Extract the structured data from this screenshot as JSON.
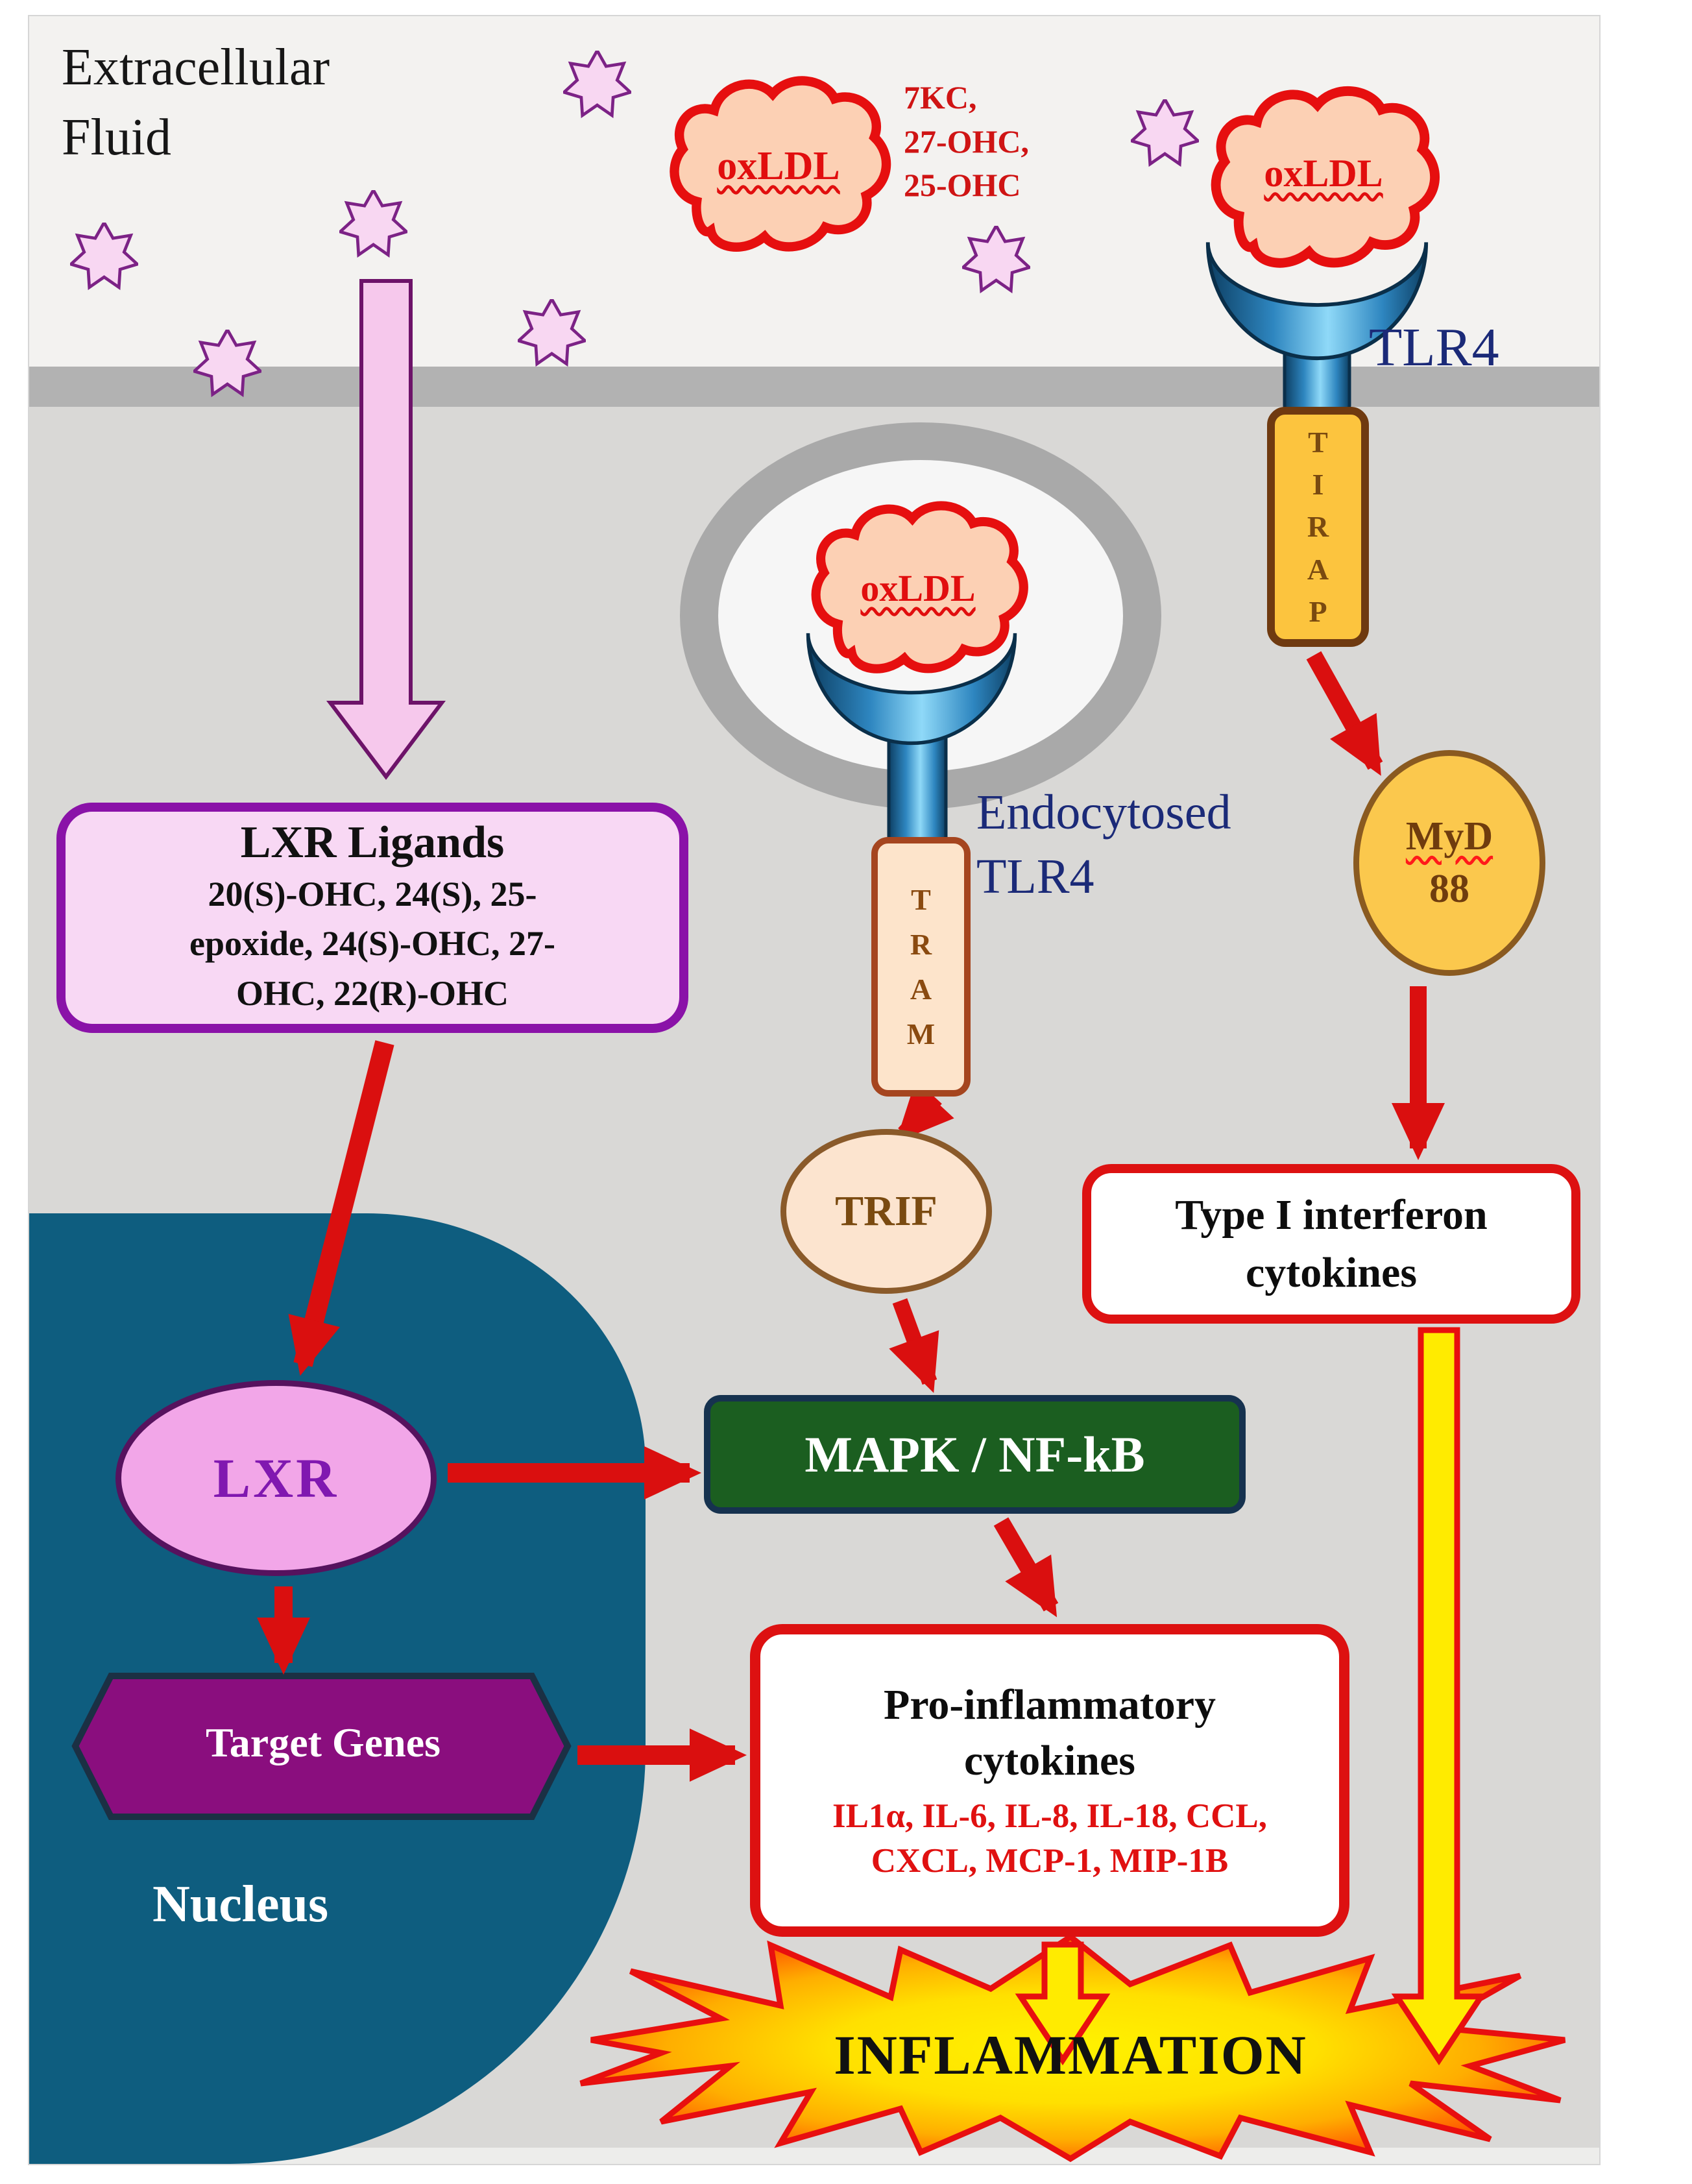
{
  "extracellular": {
    "label": "Extracellular\nFluid"
  },
  "oxldl": {
    "label": "oxLDL",
    "oxysterols": "7KC,\n27-OHC,\n25-OHC"
  },
  "receptors": {
    "tlr4_label": "TLR4",
    "tirap_letters": "T\nI\nR\nA\nP",
    "tram_letters": "T\nR\nA\nM",
    "endocytosed_label": "Endocytosed\nTLR4"
  },
  "nodes": {
    "myd88_top": "MyD",
    "myd88_bottom": "88",
    "trif": "TRIF",
    "mapk": "MAPK / NF-kB",
    "lxr": "LXR",
    "target_genes": "Target Genes",
    "nucleus": "Nucleus"
  },
  "boxes": {
    "lxr_ligands_title": "LXR Ligands",
    "lxr_ligands_body": "20(S)-OHC, 24(S), 25-\nepoxide, 24(S)-OHC, 27-\nOHC, 22(R)-OHC",
    "type1_cytokines": "Type I interferon\ncytokines",
    "pro_title": "Pro-inflammatory\ncytokines",
    "pro_list": "IL1α, IL-6, IL-8, IL-18, CCL,\nCXCL, MCP-1, MIP-1B"
  },
  "outcome": {
    "inflammation": "INFLAMMATION"
  },
  "colors": {
    "arrow_red": "#da0f0f",
    "arrow_yellow": "#ffeb00",
    "arrow_pink": "#f6c8ec",
    "nucleus_teal": "#0e5d7f",
    "mapk_green": "#1b5e20",
    "target_purple": "#8a0e7e",
    "myd88_gold": "#fbc84d",
    "ligands_pink": "#f8d8f4",
    "membrane_gray": "#b2b2b2"
  }
}
